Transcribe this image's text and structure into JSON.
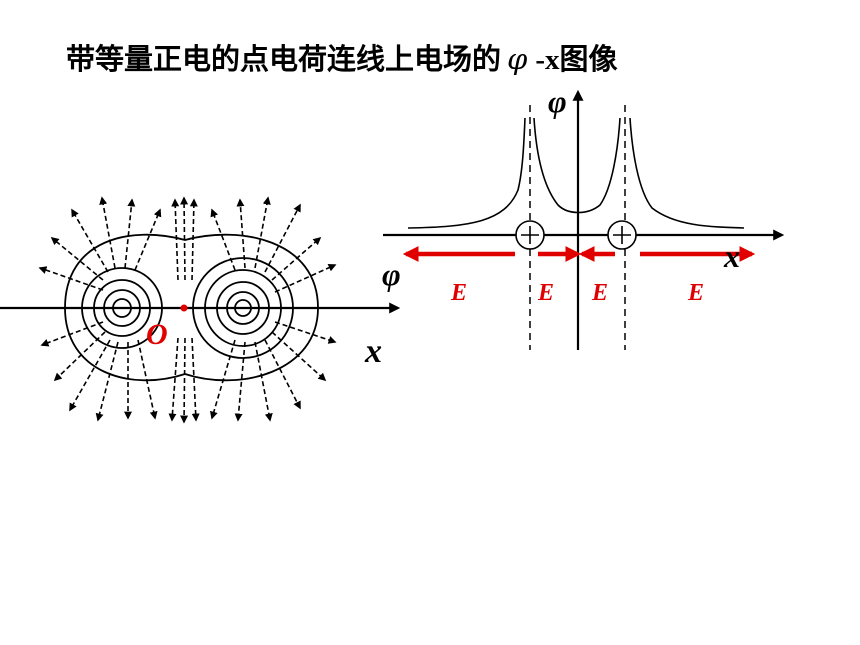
{
  "title": {
    "prefix": "带等量正电的点电荷连线上电场的",
    "phi": "φ",
    "suffix_x": "-x",
    "suffix_end": "图像"
  },
  "left_diagram": {
    "origin_label": "O",
    "axis_label": "x"
  },
  "right_graph": {
    "y_axis_label": "φ",
    "x_axis_label": "x",
    "left_label": "φ",
    "field_labels": [
      "E",
      "E",
      "E",
      "E"
    ],
    "charge_symbol": "+"
  },
  "colors": {
    "ink": "#000000",
    "accent": "#e00000"
  }
}
